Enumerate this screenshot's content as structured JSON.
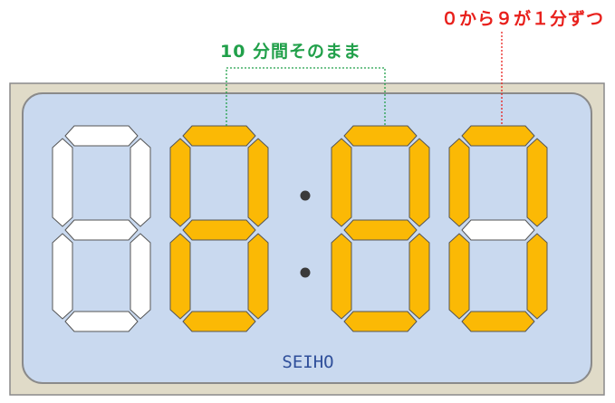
{
  "annotations": {
    "red_label": "０から９が１分ずつ",
    "green_label": "10 分間そのまま",
    "red_color": "#e8201c",
    "green_color": "#21a04a"
  },
  "clock": {
    "brand": "SEIHO",
    "brand_color": "#2f4f9a",
    "frame_color": "#e0dbc8",
    "face_color": "#c9d9ef",
    "segment_on_color": "#fbb905",
    "segment_off_color": "#ffffff",
    "digits": [
      {
        "name": "hour-tens",
        "lit": []
      },
      {
        "name": "hour-ones",
        "lit": [
          "a",
          "b",
          "c",
          "d",
          "e",
          "f",
          "g"
        ]
      },
      {
        "name": "minute-tens",
        "lit": [
          "a",
          "b",
          "c",
          "d",
          "e",
          "f",
          "g"
        ]
      },
      {
        "name": "minute-ones",
        "lit": [
          "a",
          "b",
          "c",
          "d",
          "e",
          "f"
        ]
      }
    ]
  }
}
